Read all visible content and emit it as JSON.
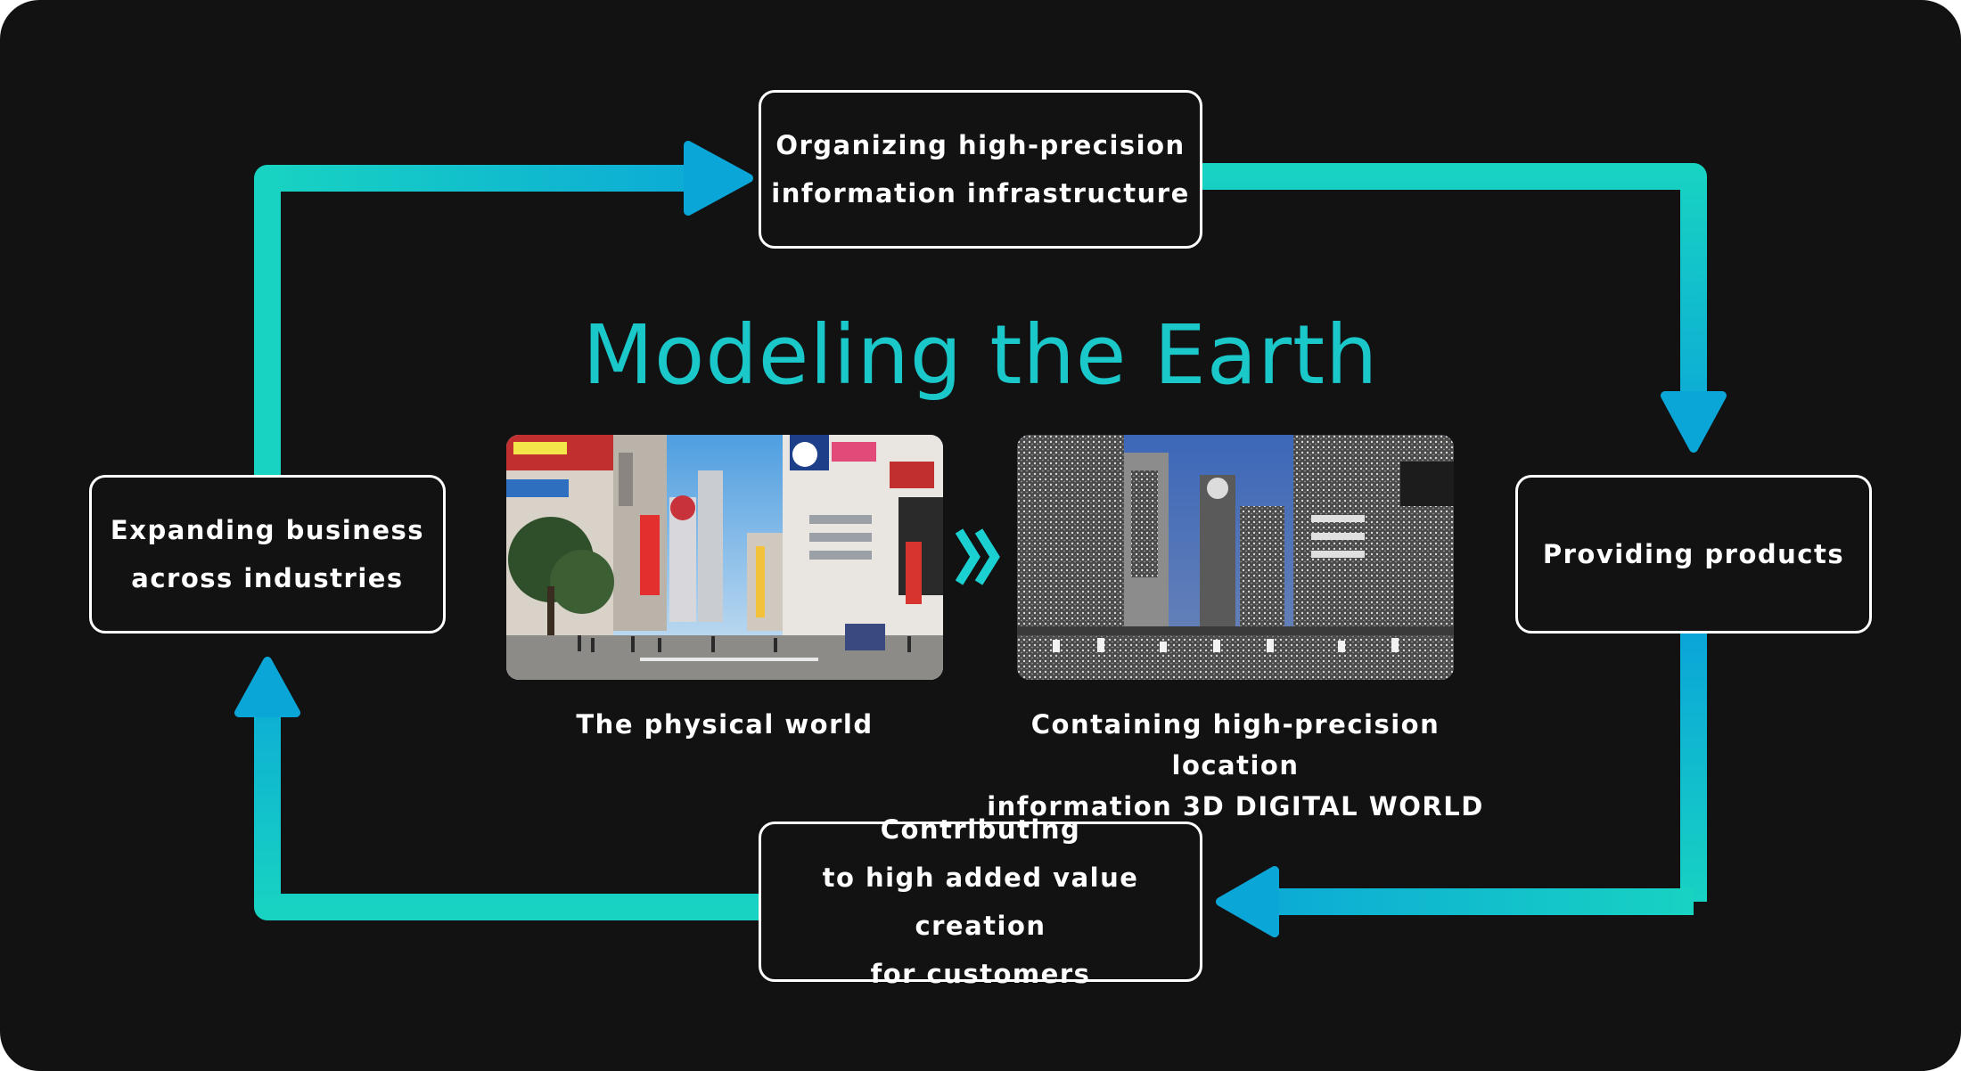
{
  "diagram": {
    "title": "Modeling the Earth",
    "nodes": {
      "top": [
        "Organizing high-precision",
        "information infrastructure"
      ],
      "right": [
        "Providing products"
      ],
      "bottom": [
        "Contributing",
        "to high added value creation",
        "for customers"
      ],
      "left": [
        "Expanding business",
        "across industries"
      ]
    },
    "captions": {
      "physical": "The physical world",
      "digital": [
        "Containing high-precision location",
        "information 3D DIGITAL WORLD"
      ]
    },
    "colors": {
      "background": "#121212",
      "accent_teal": "#18d3c2",
      "accent_blue": "#0aa6d8",
      "title": "#1ac7c9",
      "box_border": "#ffffff"
    },
    "flow": "clockwise cycle: top → right → bottom → left → top"
  }
}
